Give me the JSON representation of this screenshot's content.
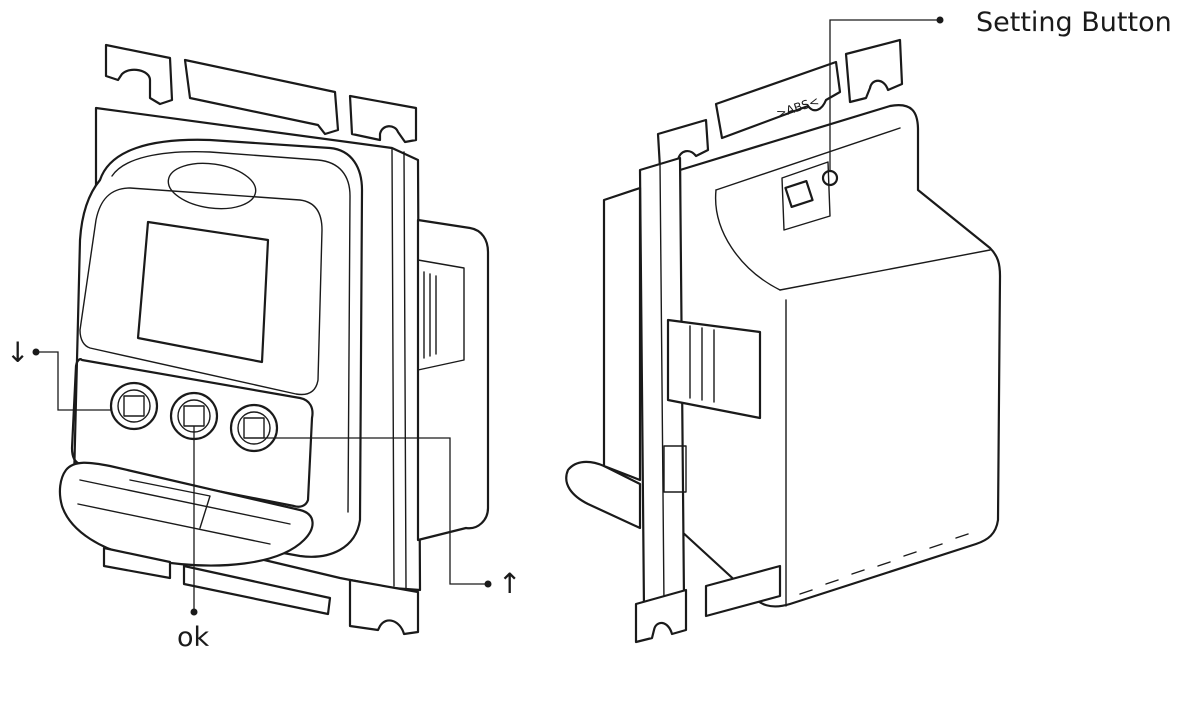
{
  "callouts": {
    "setting_button": "Setting Button",
    "down": "↓",
    "ok": "ok",
    "up": "↑"
  },
  "device_marking": ">ABS<"
}
